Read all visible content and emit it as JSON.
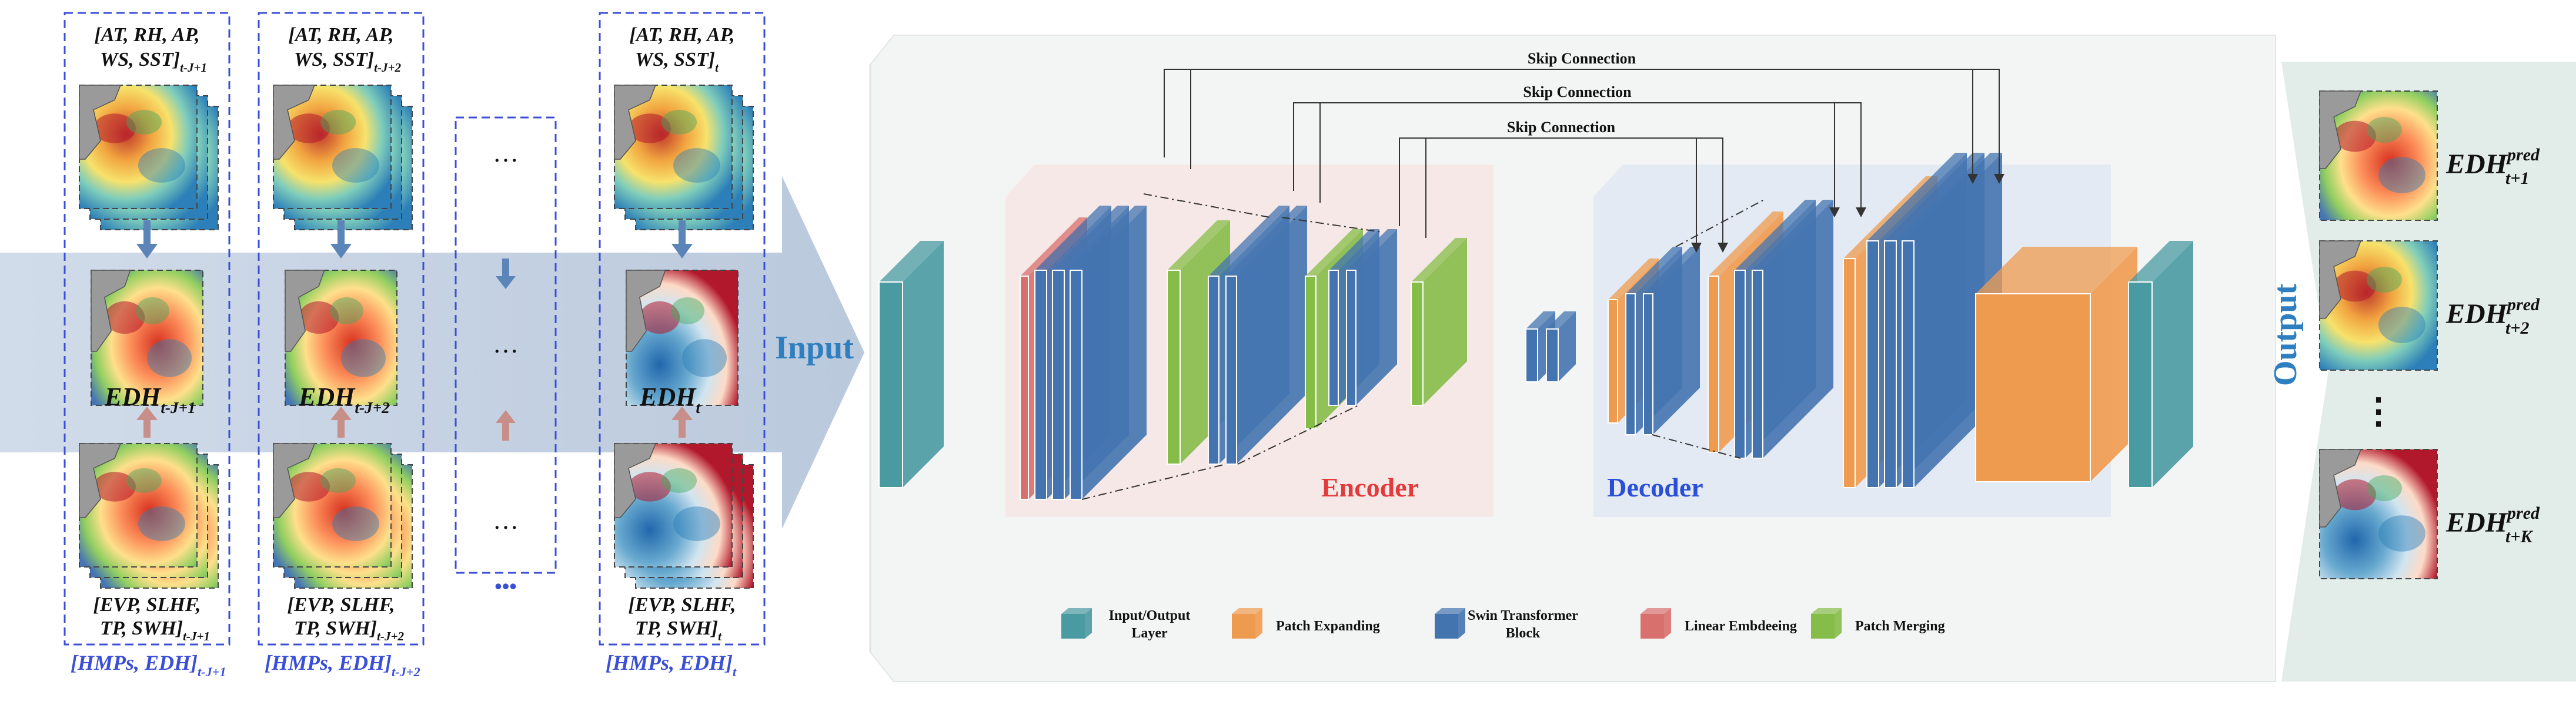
{
  "input_groups": [
    {
      "top_vars": "[AT, RH, AP,",
      "top_vars2": "WS, SST]",
      "top_sub": "t-J+1",
      "edh_sub": "t-J+1",
      "bottom_vars": "[EVP, SLHF,",
      "bottom_vars2": "TP, SWH]",
      "bottom_sub": "t-J+1",
      "caption": "[HMPs, EDH]",
      "caption_sub": "t-J+1"
    },
    {
      "top_vars": "[AT, RH, AP,",
      "top_vars2": "WS, SST]",
      "top_sub": "t-J+2",
      "edh_sub": "t-J+2",
      "bottom_vars": "[EVP, SLHF,",
      "bottom_vars2": "TP, SWH]",
      "bottom_sub": "t-J+2",
      "caption": "[HMPs, EDH]",
      "caption_sub": "t-J+2"
    },
    {
      "top_vars": "[AT, RH, AP,",
      "top_vars2": "WS, SST]",
      "top_sub": "t",
      "edh_sub": "t",
      "bottom_vars": "[EVP, SLHF,",
      "bottom_vars2": "TP, SWH]",
      "bottom_sub": "t",
      "caption": "[HMPs, EDH]",
      "caption_sub": "t"
    }
  ],
  "edh_label": "EDH",
  "ellipsis": "…",
  "more_dots": "•••",
  "input_label": "Input",
  "output_label": "Output",
  "encoder_label": "Encoder",
  "decoder_label": "Decoder",
  "skip_labels": [
    "Skip Connection",
    "Skip Connection",
    "Skip Connection"
  ],
  "legend": [
    {
      "label": "Input/Output",
      "label2": "Layer",
      "color": "#4a9aa2"
    },
    {
      "label": "Patch Expanding",
      "label2": "",
      "color": "#ef9b4f"
    },
    {
      "label": "Swin Transformer",
      "label2": "Block",
      "color": "#4474b0"
    },
    {
      "label": "Linear Embdeeing",
      "label2": "",
      "color": "#d8706d"
    },
    {
      "label": "Patch Merging",
      "label2": "",
      "color": "#86bd48"
    }
  ],
  "outputs": [
    {
      "base": "EDH",
      "sup": "pred",
      "sub": "t+1"
    },
    {
      "base": "EDH",
      "sup": "pred",
      "sub": "t+2"
    },
    {
      "base": "EDH",
      "sup": "pred",
      "sub": "t+K"
    }
  ],
  "output_ellipsis": "⋮",
  "colors": {
    "teal": "#4a9aa2",
    "orange": "#ef9b4f",
    "blue": "#4474b0",
    "red": "#d8706d",
    "green": "#86bd48",
    "dash_blue": "#3b4fd6",
    "label_blue": "#2f7fc0",
    "encoder_red": "#e23b3b",
    "decoder_blue": "#2b4fd6"
  }
}
